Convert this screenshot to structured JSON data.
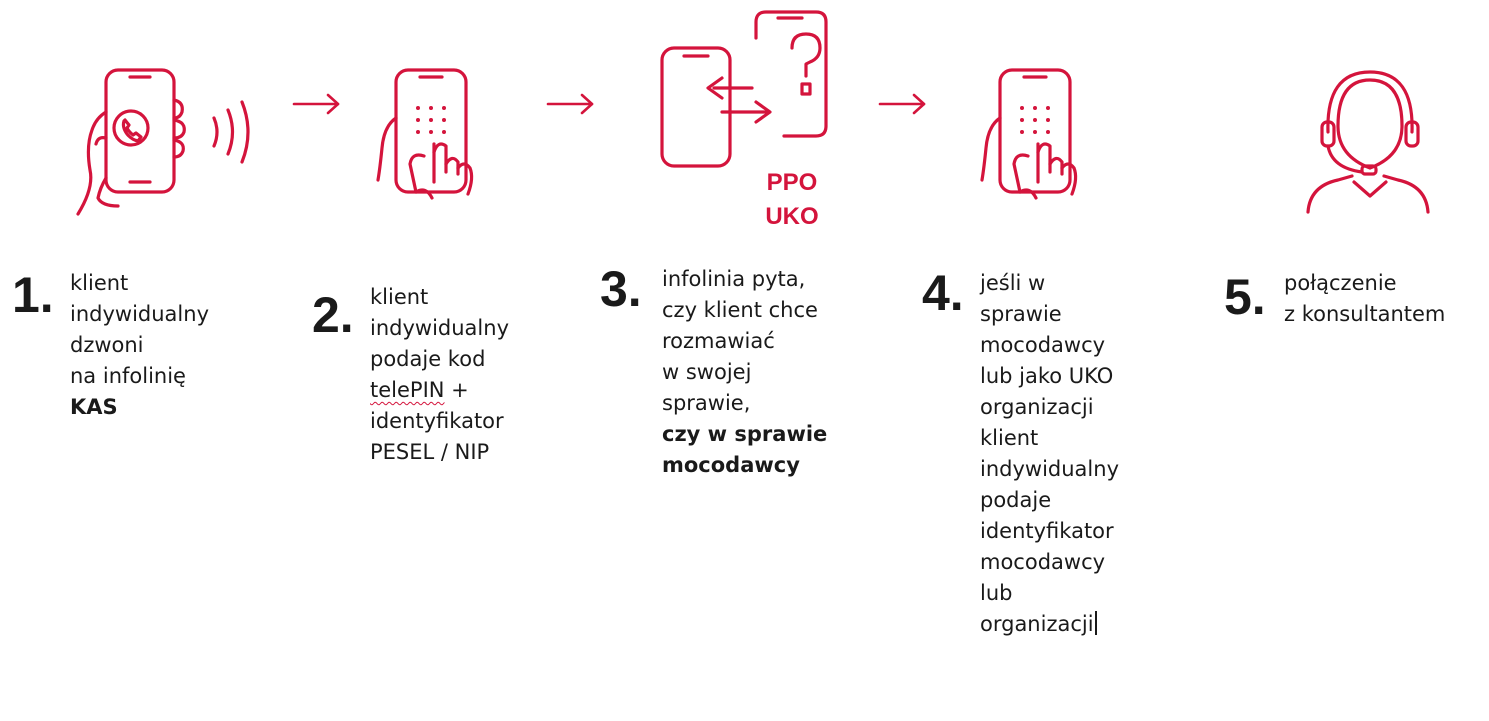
{
  "colors": {
    "accent": "#d4143c",
    "text": "#1a1a1a"
  },
  "icons": {
    "step1": "hand-holding-phone-calling-icon",
    "step2": "hand-tapping-phone-keypad-icon",
    "step3": "two-phones-exchange-question-icon",
    "step4": "hand-tapping-phone-keypad-icon",
    "step5": "consultant-headset-icon",
    "arrow": "right-arrow-icon"
  },
  "ppo_uko": {
    "line1": "PPO",
    "line2": "UKO"
  },
  "steps": [
    {
      "number": "1.",
      "lines": [
        "klient",
        "indywidualny",
        "dzwoni",
        "na infolinię"
      ],
      "bold_lines": [
        "KAS"
      ]
    },
    {
      "number": "2.",
      "lines": [
        "klient",
        "indywidualny",
        "podaje kod"
      ],
      "telepin": "telePIN",
      "telepin_suffix": " +",
      "lines_after": [
        "identyfikator",
        "PESEL / NIP"
      ]
    },
    {
      "number": "3.",
      "lines": [
        "infolinia pyta,",
        "czy klient chce",
        "rozmawiać",
        "w swojej",
        "sprawie,"
      ],
      "bold_lines": [
        "czy w sprawie",
        "mocodawcy"
      ]
    },
    {
      "number": "4.",
      "lines": [
        "jeśli w",
        "sprawie",
        "mocodawcy",
        "lub jako UKO",
        "organizacji",
        "klient",
        "indywidualny",
        "podaje",
        "identyfikator",
        "mocodawcy",
        "lub",
        "organizacji"
      ]
    },
    {
      "number": "5.",
      "lines": [
        "połączenie",
        "z konsultantem"
      ]
    }
  ]
}
